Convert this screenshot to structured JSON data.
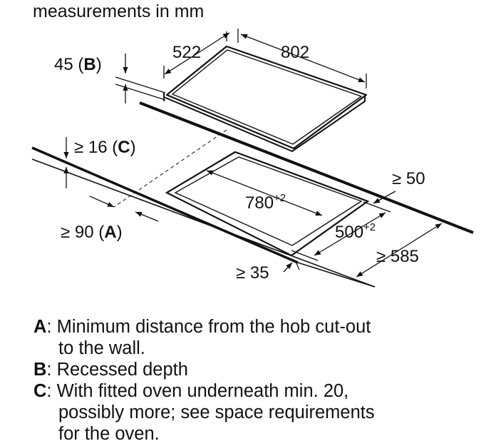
{
  "header": {
    "title": "measurements in mm"
  },
  "dimensions": {
    "hob_depth": "522",
    "hob_width": "802",
    "recessed_depth": {
      "value": "45",
      "prefix": "(",
      "key": "B",
      "suffix": ")"
    },
    "oven_gap": {
      "value": "≥ 16",
      "prefix": "(",
      "key": "C",
      "suffix": ")"
    },
    "wall_distance": {
      "value": "≥ 90",
      "prefix": "(",
      "key": "A",
      "suffix": ")"
    },
    "cutout_width": {
      "base": "780",
      "tolerance": "+2"
    },
    "cutout_depth": {
      "base": "500",
      "tolerance": "+2"
    },
    "rear_clearance": "≥ 50",
    "front_clearance": "≥ 35",
    "worktop_depth": "≥ 585"
  },
  "legend": [
    {
      "key": "A",
      "sep": ":",
      "lines": [
        "Minimum distance from the hob cut-out",
        "to the wall."
      ]
    },
    {
      "key": "B",
      "sep": ":",
      "lines": [
        "Recessed depth"
      ]
    },
    {
      "key": "C",
      "sep": ":",
      "lines": [
        "With fitted oven underneath min. 20,",
        "possibly more; see space requirements",
        "for the oven."
      ]
    }
  ],
  "colors": {
    "line": "#111111",
    "background": "#ffffff"
  }
}
